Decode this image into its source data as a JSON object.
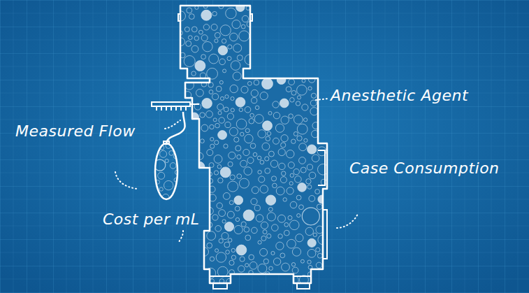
{
  "diagram": {
    "labels": [
      "Anesthetic Agent",
      "Measured Flow",
      "Case Consumption",
      "Cost per mL"
    ]
  }
}
